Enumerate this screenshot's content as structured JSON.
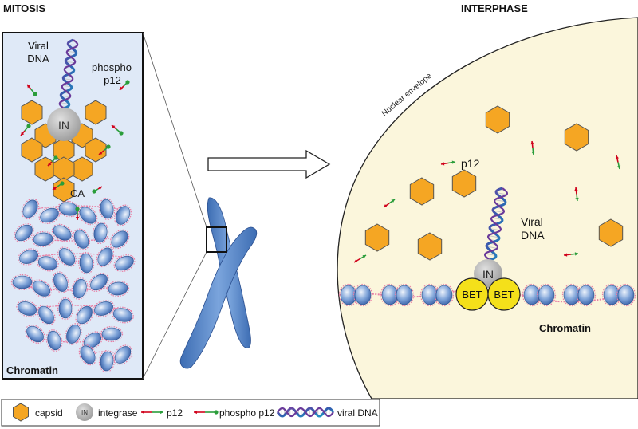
{
  "headings": {
    "left": "MITOSIS",
    "right": "INTERPHASE"
  },
  "mitosis": {
    "viral_dna_line1": "Viral",
    "viral_dna_line2": "DNA",
    "phospho_line1": "phospho",
    "phospho_line2": "p12",
    "integrase_label": "IN",
    "capsid_label": "CA",
    "chromatin_label": "Chromatin"
  },
  "interphase": {
    "nuclear_envelope": "Nuclear envelope",
    "p12_label": "p12",
    "viral_dna_line1": "Viral",
    "viral_dna_line2": "DNA",
    "integrase_label": "IN",
    "bet_left": "BET",
    "bet_right": "BET",
    "chromatin_label": "Chromatin"
  },
  "legend": {
    "capsid": "capsid",
    "integrase_icon": "IN",
    "integrase": "integrase",
    "p12": "p12",
    "phospho_p12": "phospho p12",
    "viral_dna": "viral DNA"
  },
  "colors": {
    "capsid": "#f5a623",
    "integrase": "#b5b5b5",
    "bet": "#f4e01a",
    "nucleosome": "#7aa2d8",
    "chromatin_line": "#e87fa5",
    "panel_left": "#dfe9f7",
    "panel_right": "#fbf6dc",
    "arrow_red": "#d0021b",
    "arrow_green": "#2a9d3a"
  }
}
